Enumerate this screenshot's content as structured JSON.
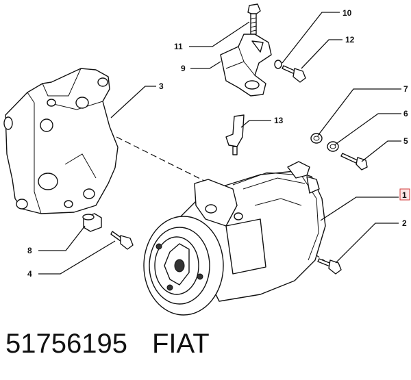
{
  "callouts": {
    "c1": "1",
    "c2": "2",
    "c3": "3",
    "c4": "4",
    "c5": "5",
    "c6": "6",
    "c7": "7",
    "c8": "8",
    "c9": "9",
    "c10": "10",
    "c11": "11",
    "c12": "12",
    "c13": "13"
  },
  "footer": {
    "part_number": "51756195",
    "brand": "FIAT"
  },
  "colors": {
    "highlight_border": "#d23b3b",
    "highlight_fill": "#fde6e6"
  }
}
